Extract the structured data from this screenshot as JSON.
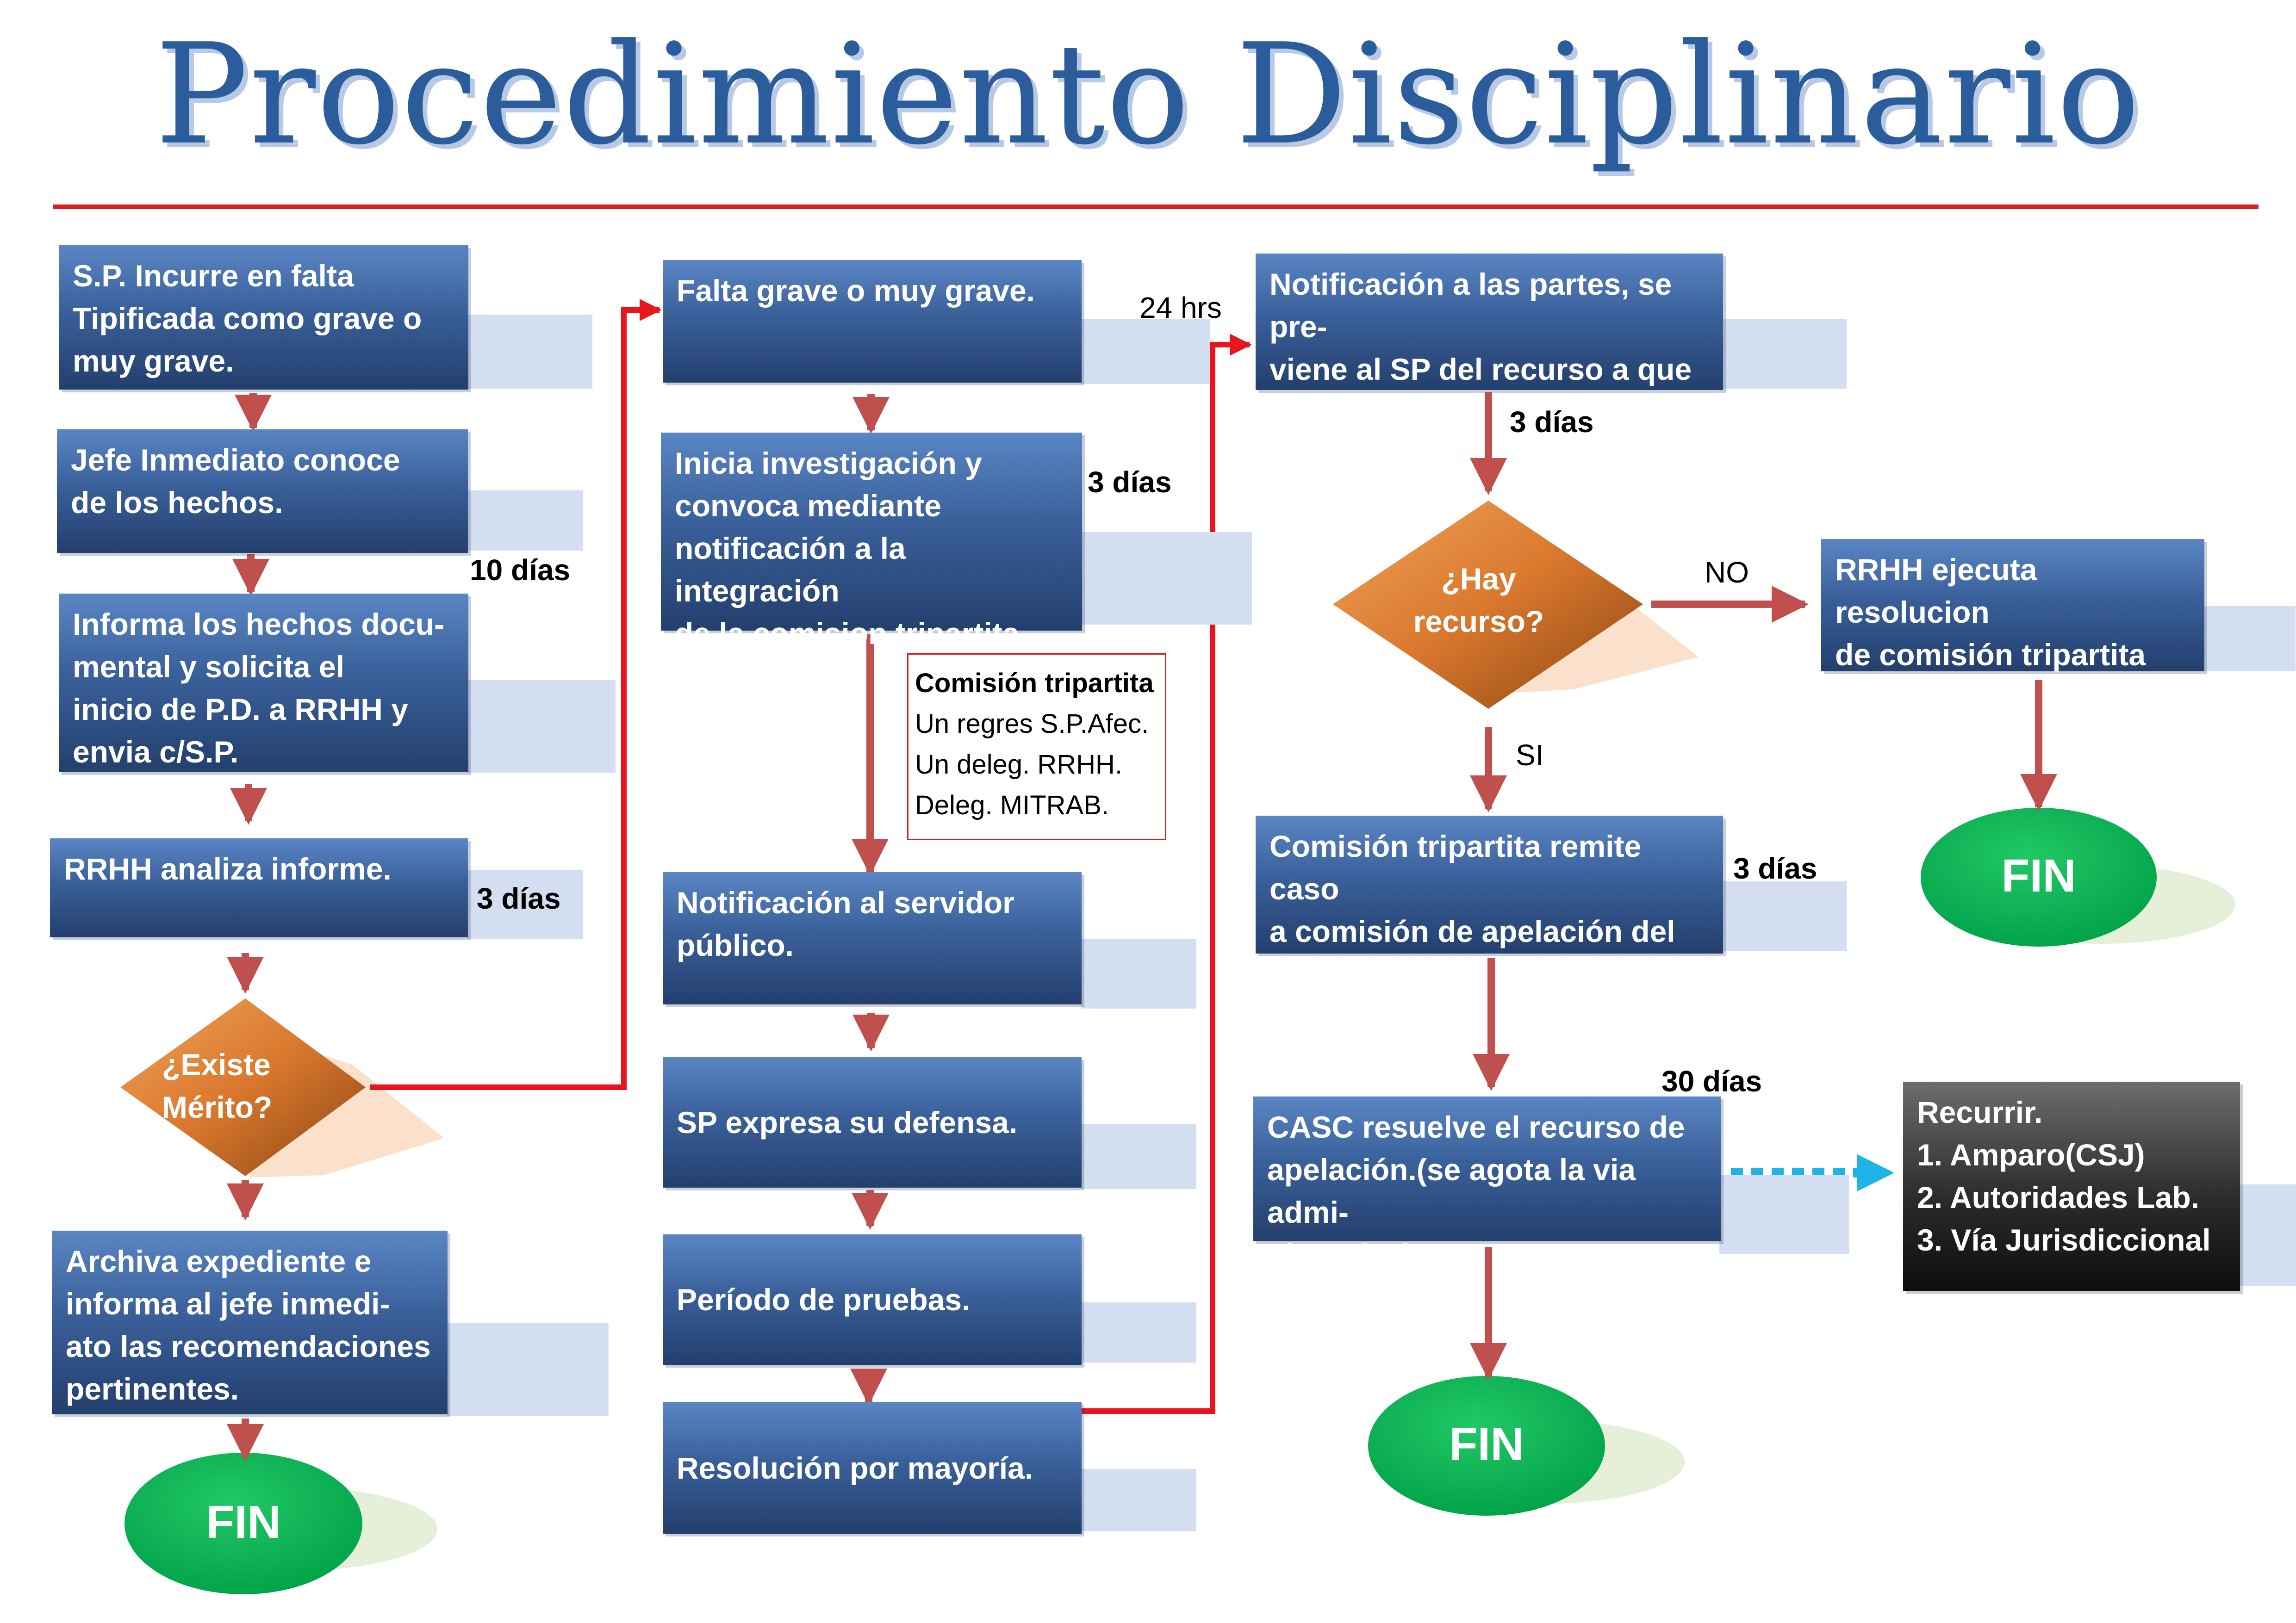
{
  "title": "Procedimiento Disciplinario",
  "colors": {
    "title_blue": "#2b5c9c",
    "rule_red": "#d42020",
    "box_blue": "#3a609a",
    "arrow_red": "#c0504d",
    "connector_red": "#e8141e",
    "diamond_orange": "#d9782d",
    "fin_green": "#00b050",
    "dashed_cyan": "#1fb4e8"
  },
  "column1": {
    "falta": "S.P. Incurre en falta\nTipificada como grave o\n muy grave.",
    "jefe": "Jefe Inmediato conoce\nde los hechos.",
    "informa": "Informa los hechos docu-\nmental  y solicita  el\ninicio de P.D. a RRHH y\n envia c/S.P.",
    "rrhh": "RRHH analiza informe.",
    "existe_merito": "¿Existe\nMérito?",
    "archiva": "Archiva expediente e\ninforma al jefe inmedi-\nato las recomendaciones\npertinentes.",
    "fin": "FIN",
    "label_10dias": "10 días",
    "label_3dias": "3 días"
  },
  "column2": {
    "falta_grave": "Falta grave o muy grave.",
    "inicia": "Inicia investigación y\nconvoca mediante\nnotificación a la integración\nde la comision tripartita.",
    "label_3dias": "3 días",
    "label_24hrs": "24 hrs",
    "comision_title": "Comisión tripartita",
    "comision_items": [
      "Un regres S.P.Afec.",
      "Un deleg. RRHH.",
      "Deleg. MITRAB."
    ],
    "notificacion": "Notificación al servidor\npúblico.",
    "defensa": "SP expresa  su  defensa.",
    "pruebas": "Período de pruebas.",
    "resolucion": "Resolución por mayoría."
  },
  "column3": {
    "notificacion_partes": "Notificación a las partes, se pre-\nviene al SP del recurso  a que\n tiene derecho.",
    "label_3dias_a": "3 días",
    "hay_recurso": "¿Hay\nrecurso?",
    "label_no": "NO",
    "label_si": "SI",
    "remite": "Comisión tripartita remite caso\na comisión  de apelación  del\nservicio civil.",
    "label_3dias_b": "3 días",
    "label_30dias": "30 días",
    "casc": "CASC resuelve el recurso  de\napelación.(se agota la via admi-\nnistrativa)",
    "fin": "FIN"
  },
  "column4": {
    "ejecuta": "RRHH ejecuta resolucion\nde comisión tripartita",
    "fin": "FIN",
    "recurrir": "Recurrir.\n1. Amparo(CSJ)\n2. Autoridades Lab.\n3. Vía Jurisdiccional"
  }
}
